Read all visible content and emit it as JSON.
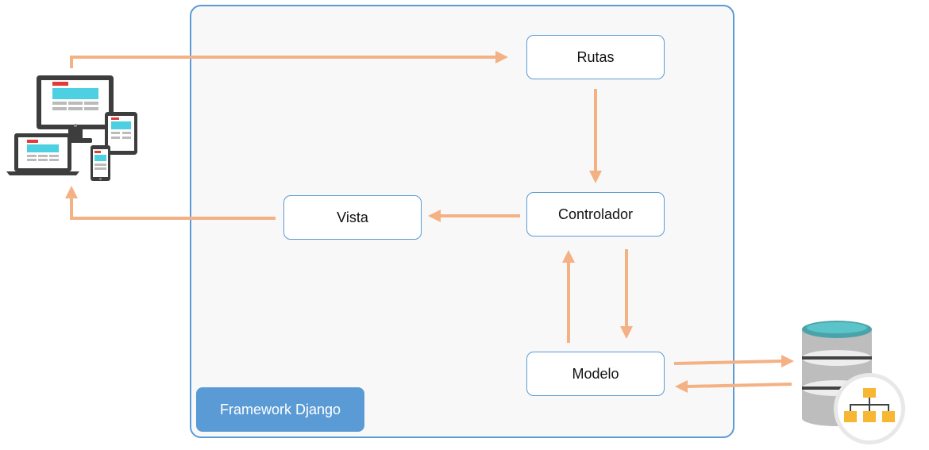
{
  "diagram": {
    "title": "",
    "container": {
      "label": "Framework Django"
    },
    "nodes": {
      "rutas": "Rutas",
      "controlador": "Controlador",
      "vista": "Vista",
      "modelo": "Modelo"
    },
    "icons": {
      "client": "devices-icon",
      "database": "database-icon"
    },
    "edges": [
      {
        "from": "client",
        "to": "rutas"
      },
      {
        "from": "rutas",
        "to": "controlador"
      },
      {
        "from": "controlador",
        "to": "vista"
      },
      {
        "from": "vista",
        "to": "client"
      },
      {
        "from": "controlador",
        "to": "modelo"
      },
      {
        "from": "modelo",
        "to": "controlador"
      },
      {
        "from": "modelo",
        "to": "database"
      },
      {
        "from": "database",
        "to": "modelo"
      }
    ],
    "colors": {
      "accent": "#5b9bd5",
      "arrow": "#f4b183",
      "container_bg": "#f8f8f9"
    }
  }
}
